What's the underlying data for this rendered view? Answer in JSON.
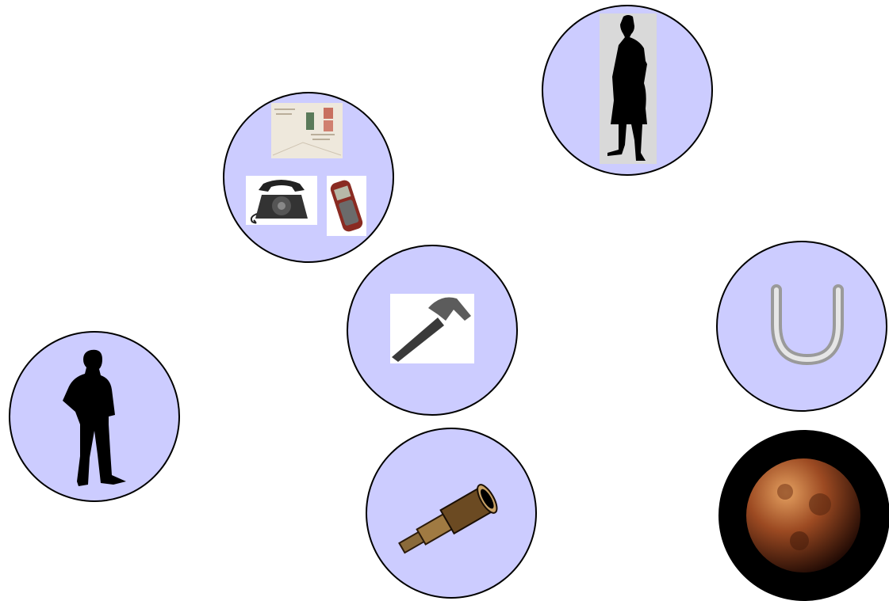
{
  "colors": {
    "circle_fill": "#ccccff",
    "circle_stroke": "#000000",
    "moon_backdrop": "#000000",
    "silhouette": "#000000"
  },
  "nodes": [
    {
      "id": "woman",
      "icon": "woman-silhouette-icon"
    },
    {
      "id": "communication",
      "icons": [
        "letter-envelope-icon",
        "rotary-telephone-icon",
        "mobile-phone-icon"
      ]
    },
    {
      "id": "hammer",
      "icon": "hammer-icon"
    },
    {
      "id": "horseshoe",
      "icon": "horseshoe-icon"
    },
    {
      "id": "man",
      "icon": "man-silhouette-icon"
    },
    {
      "id": "telescope",
      "icon": "telescope-icon"
    },
    {
      "id": "moon",
      "icon": "eclipsed-moon-icon"
    }
  ]
}
